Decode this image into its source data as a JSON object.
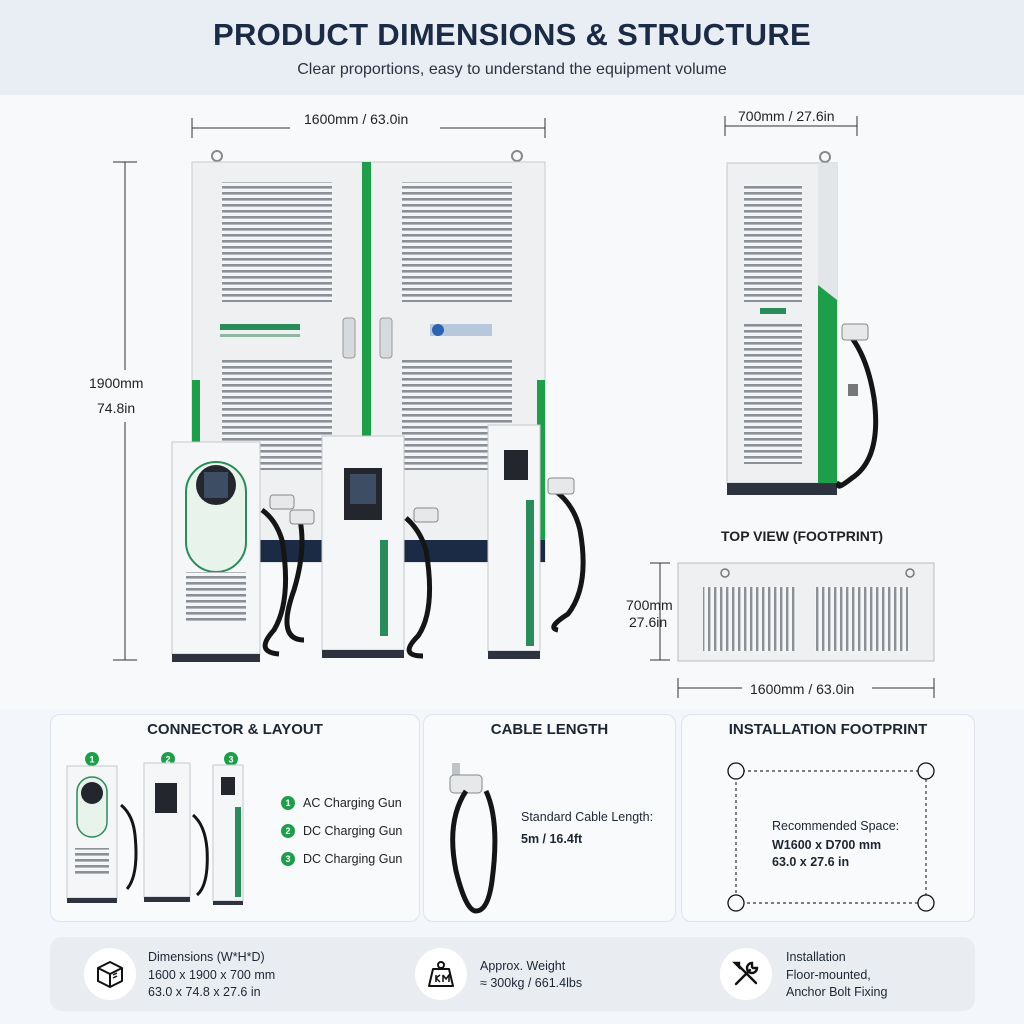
{
  "header": {
    "title": "PRODUCT DIMENSIONS & STRUCTURE",
    "subtitle": "Clear proportions, easy to understand the equipment volume"
  },
  "front_view": {
    "width_label": "1600mm / 63.0in",
    "height_label_mm": "1900mm",
    "height_label_in": "74.8in"
  },
  "side_view": {
    "width_label": "700mm / 27.6in"
  },
  "top_view": {
    "title": "TOP VIEW (FOOTPRINT)",
    "depth_label_mm": "700mm",
    "depth_label_in": "27.6in",
    "width_label": "1600mm / 63.0in"
  },
  "connector_panel": {
    "title": "CONNECTOR & LAYOUT",
    "items": [
      {
        "num": "1",
        "label": "AC Charging Gun"
      },
      {
        "num": "2",
        "label": "DC Charging Gun"
      },
      {
        "num": "3",
        "label": "DC Charging Gun"
      }
    ]
  },
  "cable_panel": {
    "title": "CABLE LENGTH",
    "label": "Standard Cable Length:",
    "value": "5m / 16.4ft"
  },
  "footprint_panel": {
    "title": "INSTALLATION FOOTPRINT",
    "label": "Recommended Space:",
    "value_mm": "W1600 x D700 mm",
    "value_in": "63.0 x 27.6 in"
  },
  "info_bar": {
    "dimensions": {
      "icon": "box-icon",
      "title": "Dimensions (W*H*D)",
      "line1": "1600 x 1900 x 700 mm",
      "line2": "63.0 x 74.8 x 27.6 in"
    },
    "weight": {
      "icon": "weight-icon",
      "title": "Approx. Weight",
      "line1": "≈ 300kg / 661.4lbs"
    },
    "installation": {
      "icon": "tools-icon",
      "title": "Installation",
      "line1": "Floor-mounted,",
      "line2": "Anchor Bolt Fixing"
    }
  },
  "colors": {
    "accent_green": "#1e9e4a",
    "navy": "#1c2b45",
    "cabinet": "#eef0f2"
  }
}
